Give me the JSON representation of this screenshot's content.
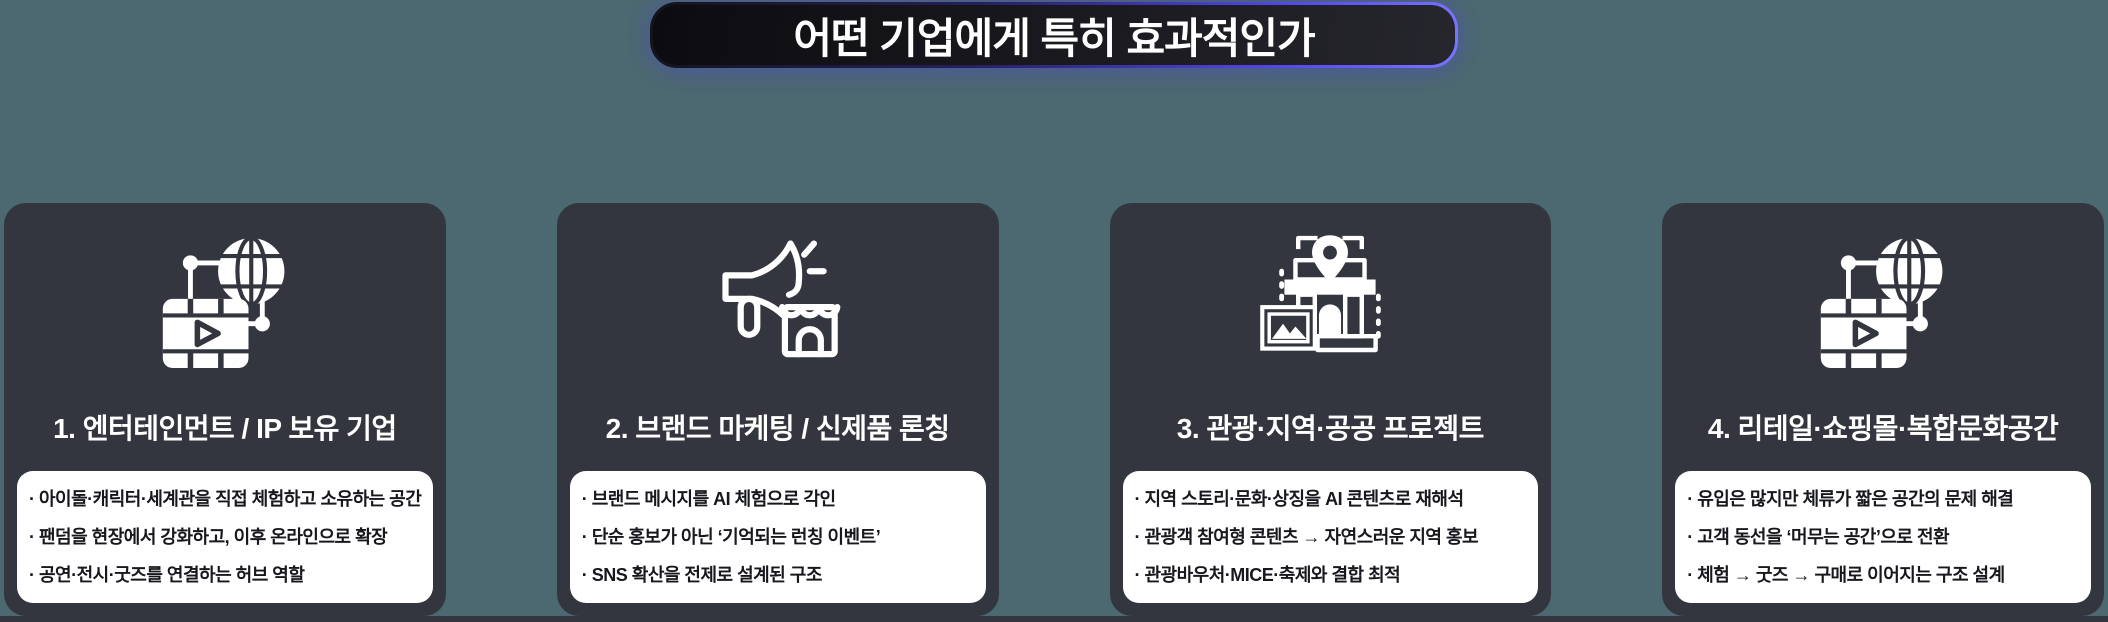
{
  "colors": {
    "page_background": "#4c6870",
    "banner_fill": "#17181d",
    "banner_border_accent": "#5348ea",
    "card_background": "#33363f",
    "bullet_box_background": "#ffffff",
    "bullet_text": "#17181d",
    "title_text": "#ffffff"
  },
  "banner": {
    "title": "어떤 기업에게 특히 효과적인가"
  },
  "cards": [
    {
      "icon": "media-network-globe-icon",
      "title": "1. 엔터테인먼트 / IP 보유 기업",
      "bullets": [
        "· 아이돌·캐릭터·세계관을 직접 체험하고 소유하는 공간",
        "· 팬덤을 현장에서 강화하고, 이후 온라인으로 확장",
        "· 공연·전시·굿즈를 연결하는 허브 역할"
      ]
    },
    {
      "icon": "megaphone-storefront-icon",
      "title": "2. 브랜드 마케팅 / 신제품 론칭",
      "bullets": [
        "· 브랜드 메시지를 AI 체험으로 각인",
        "· 단순 홍보가 아닌 ‘기억되는 런칭 이벤트’",
        "· SNS 확산을 전제로 설계된 구조"
      ]
    },
    {
      "icon": "landmark-pin-photo-icon",
      "title": "3. 관광·지역·공공 프로젝트",
      "bullets": [
        "· 지역 스토리·문화·상징을 AI 콘텐츠로 재해석",
        "· 관광객 참여형 콘텐츠 → 자연스러운 지역 홍보",
        "· 관광바우처·MICE·축제와 결합 최적"
      ]
    },
    {
      "icon": "media-network-globe-icon",
      "title": "4. 리테일·쇼핑몰·복합문화공간",
      "bullets": [
        "· 유입은 많지만 체류가 짧은 공간의 문제 해결",
        "· 고객 동선을 ‘머무는 공간’으로 전환",
        "· 체험 → 굿즈 → 구매로 이어지는 구조 설계"
      ]
    }
  ]
}
